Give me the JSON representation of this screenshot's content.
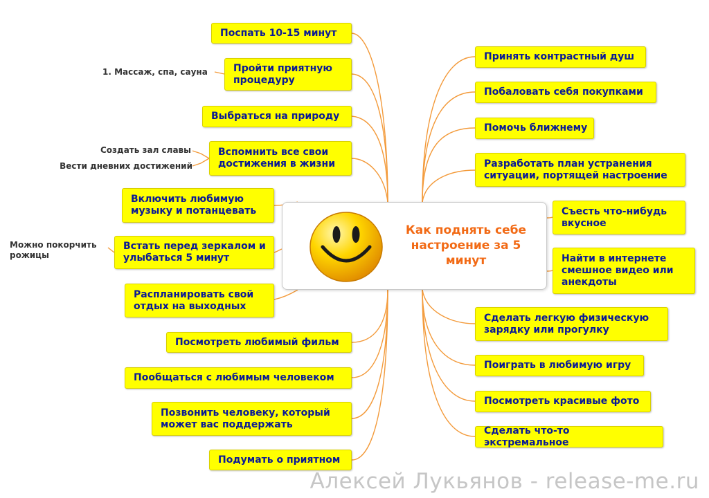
{
  "center": {
    "title": "Как поднять себе настроение за 5 минут"
  },
  "left_items": [
    {
      "label": "Поспать 10-15 минут"
    },
    {
      "label": "Пройти приятную процедуру"
    },
    {
      "label": "Выбраться на природу"
    },
    {
      "label": "Вспомнить все свои достижения в жизни"
    },
    {
      "label": "Включить любимую музыку и потанцевать"
    },
    {
      "label": "Встать перед зеркалом и улыбаться 5 минут"
    },
    {
      "label": "Распланировать свой отдых на выходных"
    },
    {
      "label": "Посмотреть любимый фильм"
    },
    {
      "label": "Пообщаться с  любимым человеком"
    },
    {
      "label": "Позвонить человеку, который может вас поддержать"
    },
    {
      "label": "Подумать о приятном"
    }
  ],
  "right_items": [
    {
      "label": "Принять контрастный душ"
    },
    {
      "label": "Побаловать себя покупками"
    },
    {
      "label": "Помочь ближнему"
    },
    {
      "label": "Разработать план устранения ситуации, портящей настроение"
    },
    {
      "label": "Съесть что-нибудь вкусное"
    },
    {
      "label": "Найти в интернете смешное видео или анекдоты"
    },
    {
      "label": "Сделать легкую физическую зарядку или прогулку"
    },
    {
      "label": "Поиграть в любимую игру"
    },
    {
      "label": "Посмотреть красивые фото"
    },
    {
      "label": "Сделать что-то экстремальное"
    }
  ],
  "sub_items": [
    {
      "label": "1. Массаж, спа, сауна"
    },
    {
      "label": "Создать зал славы"
    },
    {
      "label": "Вести дневних достижений"
    },
    {
      "label": "Можно покорчить рожицы"
    }
  ],
  "watermark": "Алексей Лукьянов - release-me.ru",
  "colors": {
    "node_fill": "#ffff00",
    "node_text": "#0a1a96",
    "connector": "#f39a3a",
    "title": "#f26a15"
  },
  "icons": [
    "smiley-face-icon"
  ]
}
